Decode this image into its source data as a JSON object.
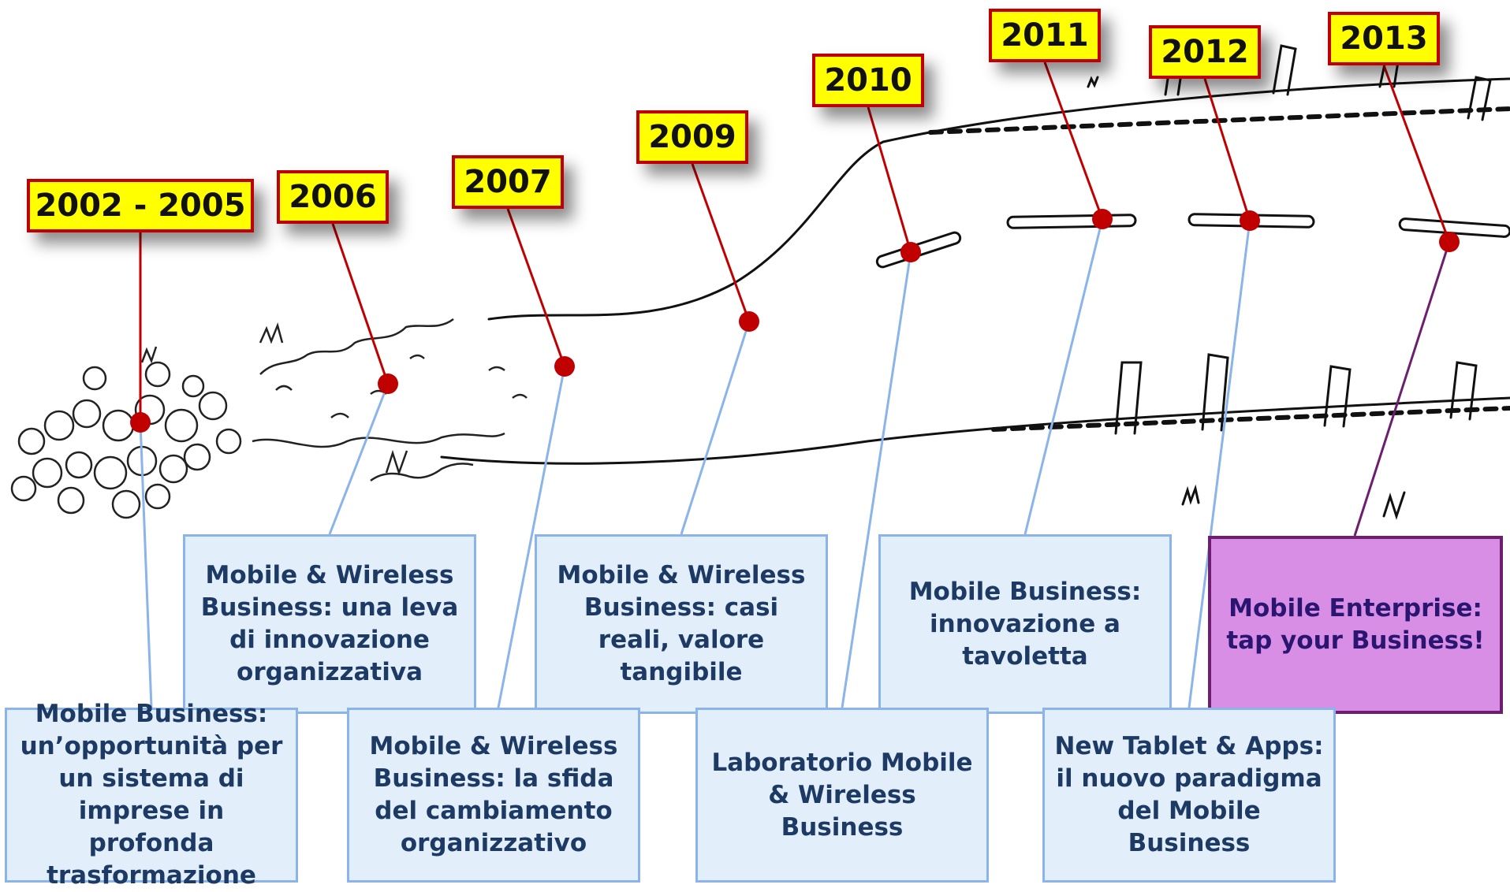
{
  "timeline": [
    {
      "year": "2002 - 2005",
      "title": "Mobile Business: un’opportunità per un sistema di imprese in profonda trasformazione"
    },
    {
      "year": "2006",
      "title": "Mobile & Wireless Business: una leva di innovazione organizzativa"
    },
    {
      "year": "2007",
      "title": "Mobile & Wireless Business: la sfida del cambiamento organizzativo"
    },
    {
      "year": "2009",
      "title": "Mobile & Wireless Business: casi reali, valore tangibile"
    },
    {
      "year": "2010",
      "title": "Laboratorio Mobile & Wireless Business"
    },
    {
      "year": "2011",
      "title": "Mobile Business: innovazione a tavoletta"
    },
    {
      "year": "2012",
      "title": "New Tablet & Apps: il nuovo paradigma del Mobile Business"
    },
    {
      "year": "2013",
      "title": "Mobile Enterprise: tap your Business!"
    }
  ],
  "colors": {
    "year_fill": "#ffff00",
    "year_border": "#c00000",
    "card_fill": "#e3eefb",
    "card_border": "#8ab4ea",
    "highlight_fill": "#d98ee6",
    "highlight_border": "#6b1f6e"
  }
}
